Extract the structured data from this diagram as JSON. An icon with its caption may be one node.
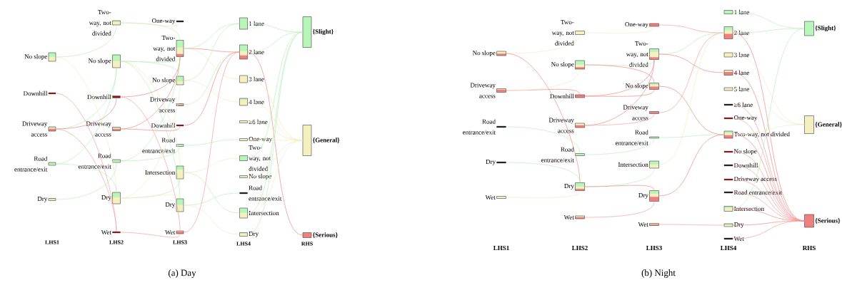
{
  "diagram": {
    "nodes": [
      {
        "text": [
          "No slope"
        ]
      },
      {
        "text": [
          "Downhill"
        ]
      },
      {
        "text": [
          "Driveway access"
        ]
      },
      {
        "text": [
          "Road entrance/exit"
        ]
      },
      {
        "text": [
          "Dry"
        ]
      },
      {
        "text": [
          "Two-way, not divided"
        ]
      },
      {
        "text": [
          "No slope"
        ]
      },
      {
        "text": [
          "Downhill"
        ]
      },
      {
        "text": [
          "Driveway access"
        ]
      },
      {
        "text": [
          "Road entrance/exit"
        ]
      },
      {
        "text": [
          "Dry"
        ]
      },
      {
        "text": [
          "Wet"
        ]
      },
      {
        "text": [
          "One-way"
        ]
      },
      {
        "text": [
          "Two-way, not divided"
        ]
      },
      {
        "text": [
          "No slope"
        ]
      },
      {
        "text": [
          "Driveway access"
        ]
      },
      {
        "text": [
          "Downhill"
        ]
      },
      {
        "text": [
          "Road entrance/exit"
        ]
      },
      {
        "text": [
          "Intersection"
        ]
      },
      {
        "text": [
          "Dry"
        ]
      },
      {
        "text": [
          "Wet"
        ]
      },
      {
        "text": [
          "1 lane"
        ]
      },
      {
        "text": [
          "2 lane"
        ]
      },
      {
        "text": [
          "3 lane"
        ]
      },
      {
        "text": [
          "4 lane"
        ]
      },
      {
        "text": [
          "≥6 lane"
        ]
      },
      {
        "text": [
          "One-way"
        ]
      },
      {
        "text": [
          "Two-way, not divided"
        ]
      },
      {
        "text": [
          "No slope"
        ]
      },
      {
        "text": [
          "Road entrance/exit"
        ]
      },
      {
        "text": [
          "Intersection"
        ]
      },
      {
        "text": [
          "Dry"
        ]
      },
      {
        "text": [
          "{Slight}"
        ]
      },
      {
        "text": [
          "{General}"
        ]
      },
      {
        "text": [
          "{Serious}"
        ]
      },
      {
        "text": [
          "No slope"
        ]
      },
      {
        "text": [
          "Driveway access"
        ]
      },
      {
        "text": [
          "Road entrance/exit"
        ]
      },
      {
        "text": [
          "Dry"
        ]
      },
      {
        "text": [
          "Wet"
        ]
      },
      {
        "text": [
          "Two-way, not divided"
        ]
      },
      {
        "text": [
          "No slope"
        ]
      },
      {
        "text": [
          "Downhill"
        ]
      },
      {
        "text": [
          "Driveway access"
        ]
      },
      {
        "text": [
          "Road entrance/exit"
        ]
      },
      {
        "text": [
          "Dry"
        ]
      },
      {
        "text": [
          "Wet"
        ]
      },
      {
        "text": [
          "One-way"
        ]
      },
      {
        "text": [
          "Two-way, not divided"
        ]
      },
      {
        "text": [
          "No slope"
        ]
      },
      {
        "text": [
          "Driveway access"
        ]
      },
      {
        "text": [
          "Road entrance/exit"
        ]
      },
      {
        "text": [
          "Intersection"
        ]
      },
      {
        "text": [
          "Dry"
        ]
      },
      {
        "text": [
          "Wet"
        ]
      },
      {
        "text": [
          "1 lane"
        ]
      },
      {
        "text": [
          "2 lane"
        ]
      },
      {
        "text": [
          "3 lane"
        ]
      },
      {
        "text": [
          "4 lane"
        ]
      },
      {
        "text": [
          "5 lane"
        ]
      },
      {
        "text": [
          "≥6 lane"
        ]
      },
      {
        "text": [
          "One-way"
        ]
      },
      {
        "text": [
          "Two-way, not divided"
        ]
      },
      {
        "text": [
          "No slope"
        ]
      },
      {
        "text": [
          "Downhill"
        ]
      },
      {
        "text": [
          "Driveway access"
        ]
      },
      {
        "text": [
          "Road entrance/exit"
        ]
      },
      {
        "text": [
          "Intersection"
        ]
      },
      {
        "text": [
          "Dry"
        ]
      },
      {
        "text": [
          "Wet"
        ]
      },
      {
        "text": [
          "{Slight}"
        ]
      },
      {
        "text": [
          "{General}"
        ]
      },
      {
        "text": [
          "{Serious}"
        ]
      }
    ],
    "edges": [
      {
        "from": 0,
        "to": 5,
        "arrow": "none",
        "color": "#b8f0b8"
      },
      {
        "from": 0,
        "to": 10,
        "arrow": "none",
        "color": "#f0ebc0"
      },
      {
        "from": 1,
        "to": 11,
        "arrow": "none",
        "color": "#f4a0a0"
      },
      {
        "from": 2,
        "to": 6,
        "arrow": "none",
        "color": "#b8f0b8"
      },
      {
        "from": 2,
        "to": 7,
        "arrow": "none",
        "color": "#f08888"
      },
      {
        "from": 2,
        "to": 11,
        "arrow": "none",
        "color": "#f4a0a0"
      },
      {
        "from": 3,
        "to": 6,
        "arrow": "none",
        "color": "#b8f0b8"
      },
      {
        "from": 3,
        "to": 10,
        "arrow": "none",
        "color": "#b8f0b8"
      },
      {
        "from": 4,
        "to": 9,
        "arrow": "none",
        "color": "#b8f0b8"
      },
      {
        "from": 5,
        "to": 12,
        "arrow": "none",
        "color": "#f0ebc0"
      },
      {
        "from": 5,
        "to": 13,
        "arrow": "none",
        "color": "#b8f0b8"
      },
      {
        "from": 6,
        "to": 13,
        "arrow": "none",
        "color": "#b8f0b8"
      },
      {
        "from": 6,
        "to": 14,
        "arrow": "none",
        "color": "#b8f0b8"
      },
      {
        "from": 6,
        "to": 18,
        "arrow": "none",
        "color": "#f0ebc0"
      },
      {
        "from": 6,
        "to": 19,
        "arrow": "none",
        "color": "#b8f0b8"
      },
      {
        "from": 7,
        "to": 13,
        "arrow": "none",
        "color": "#f08888"
      },
      {
        "from": 7,
        "to": 20,
        "arrow": "none",
        "color": "#f4a0a0"
      },
      {
        "from": 8,
        "to": 13,
        "arrow": "none",
        "color": "#f08888"
      },
      {
        "from": 8,
        "to": 16,
        "arrow": "none",
        "color": "#f08888"
      },
      {
        "from": 9,
        "to": 13,
        "arrow": "none",
        "color": "#b8f0b8"
      },
      {
        "from": 9,
        "to": 17,
        "arrow": "none",
        "color": "#b8f0b8"
      },
      {
        "from": 10,
        "to": 18,
        "arrow": "none",
        "color": "#b8f0b8"
      },
      {
        "from": 10,
        "to": 19,
        "arrow": "none",
        "color": "#f0ebc0"
      },
      {
        "from": 10,
        "to": 14,
        "arrow": "none",
        "color": "#f0ebc0"
      },
      {
        "from": 11,
        "to": 20,
        "arrow": "none",
        "color": "#f4a0a0"
      },
      {
        "from": 13,
        "to": 21,
        "arrow": "none",
        "color": "#b8f0b8"
      },
      {
        "from": 13,
        "to": 22,
        "arrow": "none",
        "color": "#f08888"
      },
      {
        "from": 13,
        "to": 23,
        "arrow": "none",
        "color": "#f0ebc0"
      },
      {
        "from": 14,
        "to": 21,
        "arrow": "none",
        "color": "#b8f0b8"
      },
      {
        "from": 14,
        "to": 24,
        "arrow": "none",
        "color": "#f0ebc0"
      },
      {
        "from": 15,
        "to": 22,
        "arrow": "none",
        "color": "#b8f0b8"
      },
      {
        "from": 16,
        "to": 22,
        "arrow": "none",
        "color": "#f08888"
      },
      {
        "from": 17,
        "to": 26,
        "arrow": "none",
        "color": "#b8f0b8"
      },
      {
        "from": 18,
        "to": 27,
        "arrow": "none",
        "color": "#f0ebc0"
      },
      {
        "from": 18,
        "to": 30,
        "arrow": "none",
        "color": "#b8f0b8"
      },
      {
        "from": 19,
        "to": 29,
        "arrow": "none",
        "color": "#b8f0b8"
      },
      {
        "from": 19,
        "to": 31,
        "arrow": "none",
        "color": "#f0ebc0"
      },
      {
        "from": 20,
        "to": 22,
        "arrow": "none",
        "color": "#f4a0a0"
      },
      {
        "from": 21,
        "to": 32,
        "arrow": "none",
        "color": "#b8f0b8"
      },
      {
        "from": 22,
        "to": 32,
        "arrow": "none",
        "color": "#b8f0b8"
      },
      {
        "from": 22,
        "to": 34,
        "arrow": "none",
        "color": "#f08888"
      },
      {
        "from": 23,
        "to": 33,
        "arrow": "none",
        "color": "#f0ebc0"
      },
      {
        "from": 24,
        "to": 33,
        "arrow": "none",
        "color": "#f0ebc0"
      },
      {
        "from": 25,
        "to": 33,
        "arrow": "none",
        "color": "#f0ebc0"
      },
      {
        "from": 26,
        "to": 33,
        "arrow": "none",
        "color": "#f0ebc0"
      },
      {
        "from": 27,
        "to": 32,
        "arrow": "none",
        "color": "#b8f0b8"
      },
      {
        "from": 28,
        "to": 33,
        "arrow": "none",
        "color": "#f0ebc0"
      },
      {
        "from": 30,
        "to": 33,
        "arrow": "none",
        "color": "#f0ebc0"
      },
      {
        "from": 30,
        "to": 32,
        "arrow": "none",
        "color": "#b8f0b8"
      },
      {
        "from": 31,
        "to": 32,
        "arrow": "none",
        "color": "#b8f0b8"
      },
      {
        "from": 35,
        "to": 40,
        "arrow": "none",
        "color": "#f0ebc0"
      },
      {
        "from": 35,
        "to": 45,
        "arrow": "none",
        "color": "#f08888"
      },
      {
        "from": 36,
        "to": 42,
        "arrow": "none",
        "color": "#f08888"
      },
      {
        "from": 36,
        "to": 41,
        "arrow": "none",
        "color": "#f0ebc0"
      },
      {
        "from": 37,
        "to": 44,
        "arrow": "none",
        "color": "#b8f0b8"
      },
      {
        "from": 38,
        "to": 45,
        "arrow": "none",
        "color": "#b8f0b8"
      },
      {
        "from": 39,
        "to": 45,
        "arrow": "none",
        "color": "#f0ebc0"
      },
      {
        "from": 40,
        "to": 47,
        "arrow": "none",
        "color": "#f0ebc0"
      },
      {
        "from": 41,
        "to": 48,
        "arrow": "none",
        "color": "#b8f0b8"
      },
      {
        "from": 41,
        "to": 49,
        "arrow": "none",
        "color": "#f08888"
      },
      {
        "from": 42,
        "to": 48,
        "arrow": "none",
        "color": "#f08888"
      },
      {
        "from": 42,
        "to": 49,
        "arrow": "none",
        "color": "#f08888"
      },
      {
        "from": 43,
        "to": 48,
        "arrow": "none",
        "color": "#f08888"
      },
      {
        "from": 43,
        "to": 50,
        "arrow": "none",
        "color": "#f4a0a0"
      },
      {
        "from": 44,
        "to": 51,
        "arrow": "none",
        "color": "#b8f0b8"
      },
      {
        "from": 45,
        "to": 52,
        "arrow": "none",
        "color": "#b8f0b8"
      },
      {
        "from": 45,
        "to": 53,
        "arrow": "none",
        "color": "#f08888"
      },
      {
        "from": 46,
        "to": 53,
        "arrow": "none",
        "color": "#f4a0a0"
      },
      {
        "from": 47,
        "to": 56,
        "arrow": "none",
        "color": "#f4a0a0"
      },
      {
        "from": 48,
        "to": 56,
        "arrow": "none",
        "color": "#b8f0b8"
      },
      {
        "from": 48,
        "to": 58,
        "arrow": "none",
        "color": "#f08888"
      },
      {
        "from": 49,
        "to": 62,
        "arrow": "none",
        "color": "#f08888"
      },
      {
        "from": 50,
        "to": 56,
        "arrow": "none",
        "color": "#f4a0a0"
      },
      {
        "from": 51,
        "to": 62,
        "arrow": "none",
        "color": "#b8f0b8"
      },
      {
        "from": 52,
        "to": 56,
        "arrow": "none",
        "color": "#f0ebc0"
      },
      {
        "from": 53,
        "to": 62,
        "arrow": "none",
        "color": "#f08888"
      },
      {
        "from": 54,
        "to": 68,
        "arrow": "none",
        "color": "#f4a0a0"
      },
      {
        "from": 55,
        "to": 70,
        "arrow": "none",
        "color": "#b8f0b8"
      },
      {
        "from": 56,
        "to": 70,
        "arrow": "none",
        "color": "#b8f0b8"
      },
      {
        "from": 56,
        "to": 72,
        "arrow": "none",
        "color": "#f08888"
      },
      {
        "from": 57,
        "to": 71,
        "arrow": "none",
        "color": "#f0ebc0"
      },
      {
        "from": 58,
        "to": 72,
        "arrow": "none",
        "color": "#f08888"
      },
      {
        "from": 59,
        "to": 71,
        "arrow": "none",
        "color": "#f0ebc0"
      },
      {
        "from": 60,
        "to": 72,
        "arrow": "none",
        "color": "#f4a0a0"
      },
      {
        "from": 61,
        "to": 72,
        "arrow": "none",
        "color": "#f4a0a0"
      },
      {
        "from": 62,
        "to": 72,
        "arrow": "none",
        "color": "#f08888"
      },
      {
        "from": 62,
        "to": 71,
        "arrow": "none",
        "color": "#f0ebc0"
      },
      {
        "from": 63,
        "to": 72,
        "arrow": "none",
        "color": "#f4a0a0"
      },
      {
        "from": 64,
        "to": 72,
        "arrow": "none",
        "color": "#f4a0a0"
      },
      {
        "from": 65,
        "to": 72,
        "arrow": "none",
        "color": "#f4a0a0"
      },
      {
        "from": 66,
        "to": 72,
        "arrow": "none",
        "color": "#f4a0a0"
      },
      {
        "from": 67,
        "to": 70,
        "arrow": "none",
        "color": "#b8f0b8"
      },
      {
        "from": 67,
        "to": 72,
        "arrow": "none",
        "color": "#f08888"
      },
      {
        "from": 68,
        "to": 72,
        "arrow": "none",
        "color": "#f08888"
      },
      {
        "from": 69,
        "to": 72,
        "arrow": "none",
        "color": "#f4a0a0"
      }
    ],
    "labels": [
      "LHS1",
      "LHS2",
      "LHS3",
      "LHS4",
      "RHS",
      "LHS1",
      "LHS2",
      "LHS3",
      "LHS4",
      "RHS",
      "(a) Day",
      "(b) Night"
    ]
  }
}
